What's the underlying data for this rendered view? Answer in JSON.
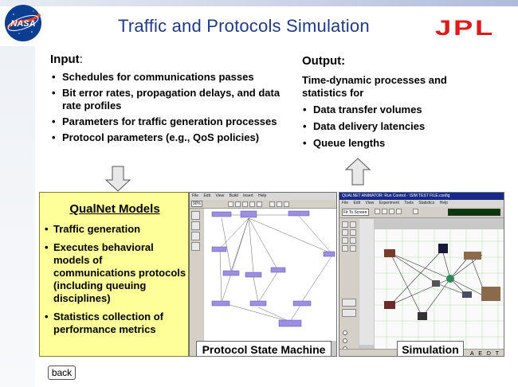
{
  "header": {
    "title": "Traffic and Protocols Simulation",
    "logo_left": "NASA",
    "logo_right": "JPL"
  },
  "input": {
    "heading": "Input",
    "heading_suffix": ":",
    "items": [
      "Schedules for communications passes",
      "Bit error rates, propagation delays, and data rate profiles",
      "Parameters for traffic generation processes",
      "Protocol parameters (e.g., QoS policies)"
    ]
  },
  "output": {
    "heading": "Output:",
    "description": "Time-dynamic processes and statistics for",
    "items": [
      "Data transfer volumes",
      "Data delivery latencies",
      "Queue lengths"
    ]
  },
  "qualnet": {
    "title": "QualNet Models",
    "items": [
      "Traffic generation",
      "Executes behavioral models of communications protocols (including queuing disciplines)",
      "Statistics collection of performance metrics"
    ]
  },
  "psm_window": {
    "menu": [
      "File",
      "Edit",
      "View",
      "Build",
      "Insert",
      "Help"
    ],
    "zoom": "90%",
    "caption": "Protocol State Machine"
  },
  "sim_window": {
    "titlebar": "QUALNET ANIMATOR: Run Control - \\SIM TEST FILE.config",
    "menu": [
      "File",
      "Edit",
      "View",
      "Experiment",
      "Tools",
      "Statistics",
      "Help"
    ],
    "zoom": "Fit To Screen",
    "caption": "Simulation",
    "status": "A E D T"
  },
  "nav": {
    "back_label": "back"
  },
  "colors": {
    "title": "#1f3a8c",
    "jpl_red": "#e2191b",
    "qualnet_bg": "#ffff99",
    "node_purple": "#9c8fe0"
  }
}
